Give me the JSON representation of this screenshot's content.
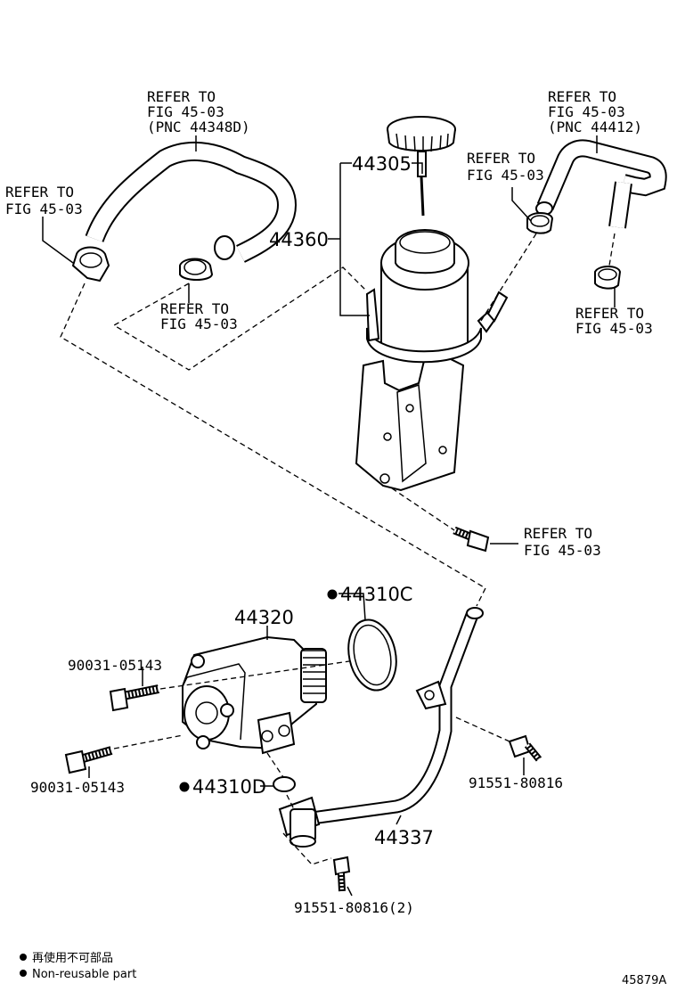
{
  "refer_labels": {
    "top_left_hose": [
      "REFER TO",
      "FIG 45-03",
      "(PNC 44348D)"
    ],
    "left_clamp": [
      "REFER TO",
      "FIG 45-03"
    ],
    "middle_clamp": [
      "REFER TO",
      "FIG 45-03"
    ],
    "top_right_hose": [
      "REFER TO",
      "FIG 45-03",
      "(PNC 44412)"
    ],
    "right_clamp_upper": [
      "REFER TO",
      "FIG 45-03"
    ],
    "right_clamp_lower": [
      "REFER TO",
      "FIG 45-03"
    ],
    "bracket_bolt": [
      "REFER TO",
      "FIG 45-03"
    ]
  },
  "part_numbers": {
    "cap": "44305",
    "reservoir": "44360",
    "pump": "44320",
    "oring_c": "44310C",
    "oring_d": "44310D",
    "bolt_upper": "90031-05143",
    "bolt_lower": "90031-05143",
    "pipe": "44337",
    "pipe_bolt": "91551-80816",
    "pipe_bolt_pair": "91551-80816(2)"
  },
  "legend": {
    "japanese": "再使用不可部品",
    "english": "Non-reusable part"
  },
  "diagram_id": "45879A"
}
